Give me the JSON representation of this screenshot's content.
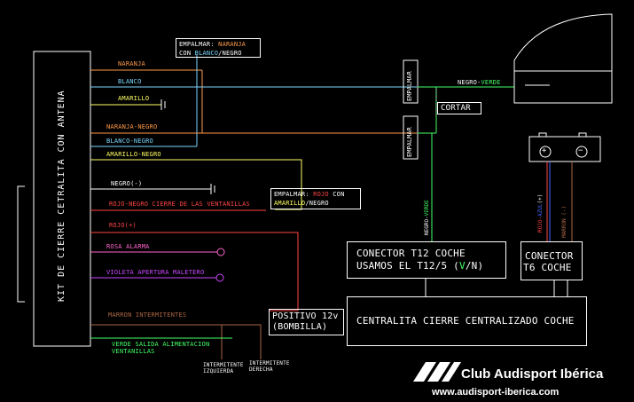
{
  "kit": {
    "title": "KIT DE CIERRE CETRALITA CON ANTENA",
    "wires": [
      {
        "label": "NARANJA",
        "color": "#ff9a4a"
      },
      {
        "label": "BLANCO",
        "color": "#7ad6ff"
      },
      {
        "label": "AMARILLO",
        "color": "#ffff66"
      },
      {
        "label": "NARANJA-NEGRO",
        "color": "#ff9a4a"
      },
      {
        "label": "BLANCO-NEGRO",
        "color": "#7ad6ff"
      },
      {
        "label": "AMARILLO-NEGRO",
        "color": "#ffff66"
      },
      {
        "label": "NEGRO(-)",
        "color": "#ffffff"
      },
      {
        "label": "ROJO-NEGRO  CIERRE DE LAS VENTANILLAS",
        "color": "#ff4444"
      },
      {
        "label": "ROJO(+)",
        "color": "#ff4444"
      },
      {
        "label": "ROSA  ALARMA",
        "color": "#ff66cc"
      },
      {
        "label": "VIOLETA  APERTURA MALETERO",
        "color": "#cc44ff"
      },
      {
        "label": "MARRON  INTERMITENTES",
        "color": "#aa6644"
      },
      {
        "label": "VERDE  SALIDA ALIMENTACION",
        "label2": "VENTANILLAS",
        "color": "#44ff66"
      }
    ]
  },
  "annotations": {
    "empalmar1": {
      "prefix": "EMPALMAR: ",
      "c1": "NARANJA",
      "mid": "CON ",
      "c2": "BLANCO",
      "suffix": "/NEGRO"
    },
    "empalmar2": {
      "prefix": "EMPALMAR: ",
      "c1": "ROJO",
      "mid": " CON",
      "c2": "AMARILLO",
      "suffix": "/NEGRO"
    },
    "empalmar_v1": "EMPALMAR",
    "empalmar_v2": "EMPALMAR",
    "negro_verde_top": "NEGRO-VERDE",
    "cortar": "CORTAR",
    "negro_verde_vert": "NEGRO-VERDE",
    "rojo_azul_vert": "ROJO-AZUL(+)",
    "marron_vert": "MARRON (-)",
    "int_izq": "INTERMITENTE\nIZQUIERDA",
    "int_der": "INTERMITENTE\nDERECHA"
  },
  "boxes": {
    "t12_line1": "CONECTOR T12 COCHE",
    "t12_line2": "USAMOS EL T12/5 (V/N)",
    "t6_line1": "CONECTOR",
    "t6_line2": "T6 COCHE",
    "central": "CENTRALITA CIERRE CENTRALIZADO COCHE",
    "positivo_line1": "POSITIVO 12v",
    "positivo_line2": "(BOMBILLA)"
  },
  "battery": {
    "plus": "+",
    "minus": "−"
  },
  "brand": {
    "name": "Club Audisport Ibérica",
    "url": "www.audisport-iberica.com"
  }
}
